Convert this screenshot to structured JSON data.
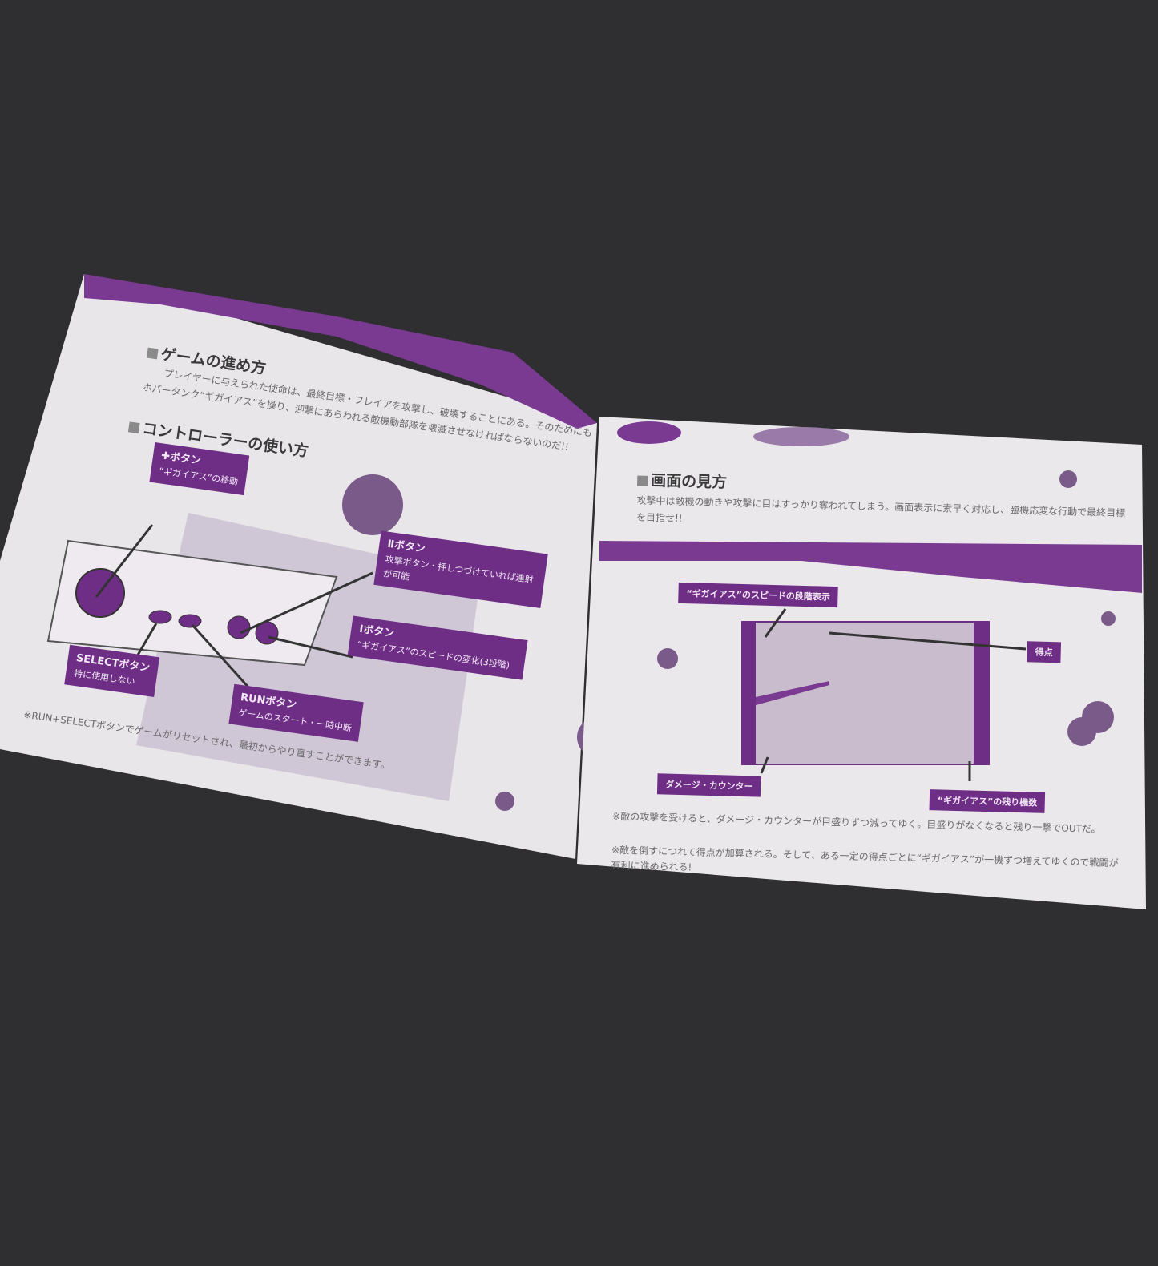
{
  "accent_color": "#6e2e86",
  "left_page": {
    "section1": {
      "heading": "ゲームの進め方",
      "body": "プレイヤーに与えられた使命は、最終目標・フレイアを攻撃し、破壊することにある。そのためにもホバータンク“ギガイアス”を操り、迎撃にあらわれる敵機動部隊を壊滅させなければならないのだ!!"
    },
    "section2": {
      "heading": "コントローラーの使い方",
      "buttons": [
        {
          "title": "✚ボタン",
          "desc": "“ギガイアス”の移動"
        },
        {
          "title": "Ⅱボタン",
          "desc": "攻撃ボタン・押しつづけていれば連射が可能"
        },
        {
          "title": "Ⅰボタン",
          "desc": "“ギガイアス”のスピードの変化(3段階)"
        },
        {
          "title": "SELECTボタン",
          "desc": "特に使用しない"
        },
        {
          "title": "RUNボタン",
          "desc": "ゲームのスタート・一時中断"
        }
      ],
      "footnote": "※RUN+SELECTボタンでゲームがリセットされ、最初からやり直すことができます。"
    }
  },
  "right_page": {
    "heading": "画面の見方",
    "body": "攻撃中は敵機の動きや攻撃に目はすっかり奪われてしまう。画面表示に素早く対応し、臨機応変な行動で最終目標を目指せ!!",
    "labels": {
      "speed": "“ギガイアス”のスピードの段階表示",
      "score": "得点",
      "damage": "ダメージ・カウンター",
      "lives": "“ギガイアス”の残り機数"
    },
    "notes": [
      "※敵の攻撃を受けると、ダメージ・カウンターが目盛りずつ減ってゆく。目盛りがなくなると残り一撃でOUTだ。",
      "※敵を倒すにつれて得点が加算される。そして、ある一定の得点ごとに“ギガイアス”が一機ずつ増えてゆくので戦闘が有利に進められる!"
    ]
  }
}
